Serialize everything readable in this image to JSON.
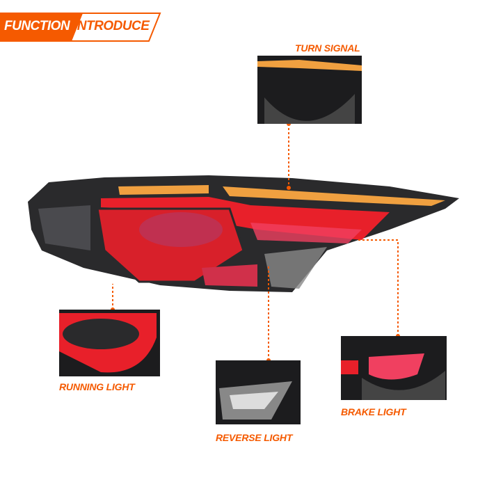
{
  "banner": {
    "part1": "FUNCTION",
    "part2": "INTRODUCE"
  },
  "callouts": {
    "turn_signal": "TURN SIGNAL",
    "running_light": "RUNNING LIGHT",
    "reverse_light": "REVERSE LIGHT",
    "brake_light": "BRAKE LIGHT"
  },
  "colors": {
    "accent": "#f55a00",
    "led_red": "#e8202a",
    "led_amber": "#f0a040",
    "housing": "#1c1c1e"
  }
}
